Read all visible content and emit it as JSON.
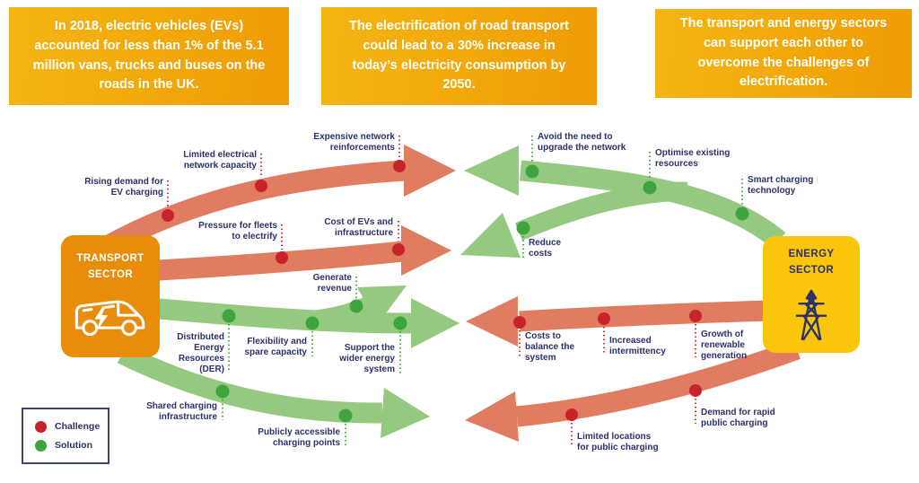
{
  "colors": {
    "banner_gradient_start": "#F4B513",
    "banner_gradient_end": "#EE9C03",
    "transport_box": "#E88C0A",
    "energy_box": "#FAC50A",
    "challenge_band": "#E07C60",
    "solution_band": "#94CA7F",
    "challenge_dot": "#C8232B",
    "solution_dot": "#3EA53E",
    "label_text": "#2C3168"
  },
  "banners": [
    {
      "pre": "In 2018, electric vehicles (EVs) accounted for ",
      "bold": "less than 1%",
      "post": " of the 5.1 million vans, trucks and buses on the roads in the UK."
    },
    {
      "pre": "The electrification of road transport could lead to a ",
      "bold": "30%",
      "post": " increase in today’s electricity consumption by 2050."
    },
    {
      "pre": "The transport and energy sectors can support each other to overcome the challenges of electrification.",
      "bold": "",
      "post": ""
    }
  ],
  "sectors": {
    "transport": "TRANSPORT\nSECTOR",
    "energy": "ENERGY\nSECTOR"
  },
  "labels": {
    "rising_demand": "Rising demand for\nEV charging",
    "limited_network": "Limited electrical\nnetwork capacity",
    "expensive_reinforcements": "Expensive network\nreinforcements",
    "pressure_fleets": "Pressure for fleets\nto electrify",
    "cost_evs": "Cost of EVs and\ninfrastructure",
    "avoid_upgrade": "Avoid the need to\nupgrade the network",
    "optimise_resources": "Optimise existing\nresources",
    "smart_charging": "Smart charging\ntechnology",
    "reduce_costs": "Reduce\ncosts",
    "generate_revenue": "Generate\nrevenue",
    "der": "Distributed\nEnergy\nResources\n(DER)",
    "flexibility": "Flexibility and\nspare capacity",
    "support_wider": "Support the\nwider energy\nsystem",
    "costs_balance": "Costs to\nbalance the\nsystem",
    "increased_intermittency": "Increased\nintermittency",
    "growth_renewable": "Growth of\nrenewable\ngeneration",
    "shared_infrastructure": "Shared charging\ninfrastructure",
    "publicly_accessible": "Publicly accessible\ncharging points",
    "limited_locations": "Limited locations\nfor public charging",
    "demand_rapid": "Demand for rapid\npublic charging"
  },
  "legend": {
    "challenge": "Challenge",
    "solution": "Solution"
  }
}
